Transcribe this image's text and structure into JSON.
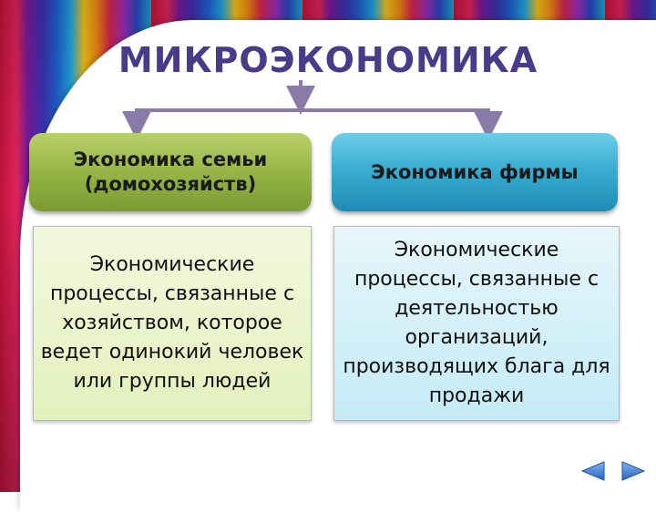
{
  "title": "МИКРОЭКОНОМИКА",
  "branches": [
    {
      "heading": "Экономика семьи (домохозяйств)",
      "description": "Экономические процессы, связанные с хозяйством, которое ведет одинокий человек или группы людей"
    },
    {
      "heading": "Экономика фирмы",
      "description": "Экономические процессы, связанные с деятельностью организаций, производящих блага для продажи"
    }
  ],
  "navigation": {
    "prev_icon": "triangle-left-icon",
    "next_icon": "triangle-right-icon"
  },
  "colors": {
    "title": "#4a3a8a",
    "connector": "#8a7aa8",
    "left_heading": "#9ab84a",
    "right_heading": "#3aaed2",
    "left_description_bg": "#e4f0bd",
    "right_description_bg": "#c4ebf7",
    "nav_button": "#3b7fd4"
  }
}
